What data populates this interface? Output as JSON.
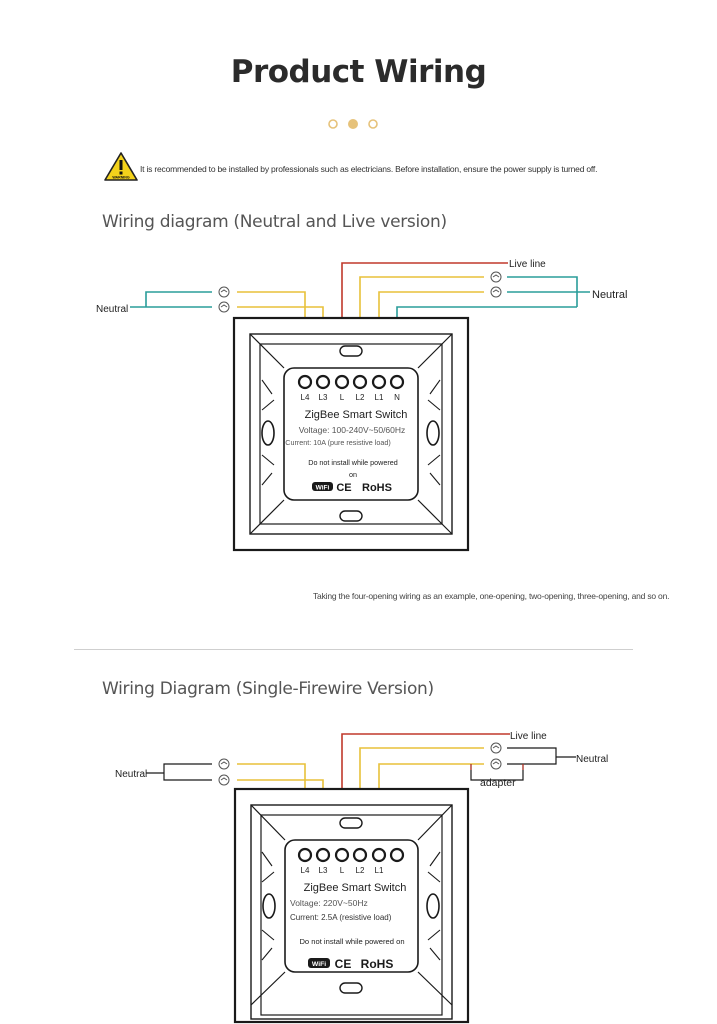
{
  "header": {
    "title": "Product Wiring"
  },
  "warning": {
    "icon_label": "WARNING",
    "text": "It is recommended to be installed by professionals such as electricians. Before installation, ensure the power supply is turned off."
  },
  "colors": {
    "live": "#c0392b",
    "load": "#e8c13a",
    "neutral": "#2a9d9a",
    "accent_dots": "#e6c27a",
    "switch_outline": "#1a1a1a"
  },
  "diagram1": {
    "title": "Wiring diagram (Neutral and Live version)",
    "live_label": "Live line",
    "neutral_left": "Neutral",
    "neutral_right": "Neutral",
    "terminals": [
      "L4",
      "L3",
      "L",
      "L2",
      "L1",
      "N"
    ],
    "product": "ZigBee Smart Switch",
    "voltage": "Voltage: 100-240V~50/60Hz",
    "current": "Current: 10A (pure resistive load)",
    "caution_line1": "Do not install while powered",
    "caution_line2": "on",
    "badge_wifi": "WiFi",
    "badge_ce": "CE",
    "badge_rohs": "RoHS",
    "note": "Taking the four-opening wiring as an example, one-opening, two-opening, three-opening, and so on."
  },
  "diagram2": {
    "title": "Wiring Diagram (Single-Firewire Version)",
    "live_label": "Live line",
    "neutral_left": "Neutral",
    "neutral_right": "Neutral",
    "adapter_label": "adapter",
    "terminals": [
      "L4",
      "L3",
      "L",
      "L2",
      "L1"
    ],
    "product": "ZigBee Smart Switch",
    "voltage": "Voltage: 220V~50Hz",
    "current": "Current: 2.5A (resistive load)",
    "caution": "Do not install while powered on",
    "badge_wifi": "WiFi",
    "badge_ce": "CE",
    "badge_rohs": "RoHS"
  }
}
